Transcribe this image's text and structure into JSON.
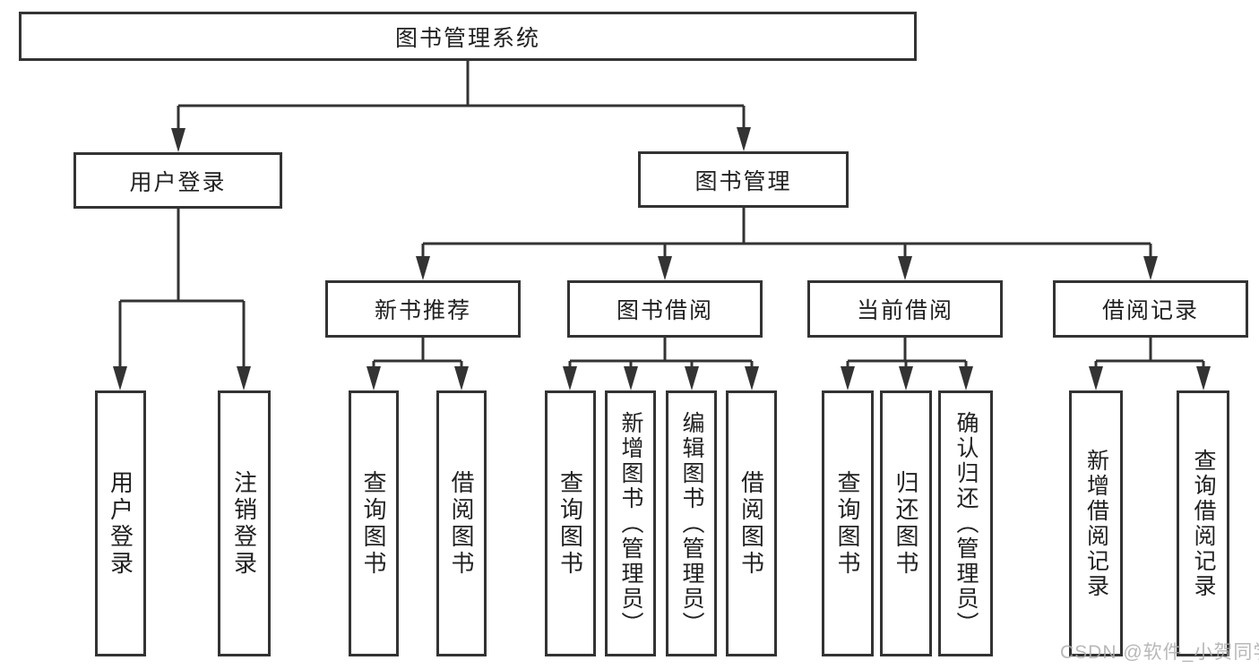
{
  "colors": {
    "line": "#333333",
    "text": "#212121",
    "box_background": "#ffffff",
    "watermark": "#acacac"
  },
  "diagram": {
    "root": {
      "label": "图书管理系统"
    },
    "level2": [
      {
        "label": "用户登录",
        "children": [
          {
            "label": "用户登录"
          },
          {
            "label": "注销登录"
          }
        ]
      },
      {
        "label": "图书管理",
        "children": [
          {
            "label": "新书推荐",
            "children": [
              {
                "label": "查询图书"
              },
              {
                "label": "借阅图书"
              }
            ]
          },
          {
            "label": "图书借阅",
            "children": [
              {
                "label": "查询图书"
              },
              {
                "label": "新增图书（管理员）"
              },
              {
                "label": "编辑图书（管理员）"
              },
              {
                "label": "借阅图书"
              }
            ]
          },
          {
            "label": "当前借阅",
            "children": [
              {
                "label": "查询图书"
              },
              {
                "label": "归还图书"
              },
              {
                "label": "确认归还（管理员）"
              }
            ]
          },
          {
            "label": "借阅记录",
            "children": [
              {
                "label": "新增借阅记录"
              },
              {
                "label": "查询借阅记录"
              }
            ]
          }
        ]
      }
    ]
  },
  "watermark": {
    "text": "CSDN @软件_小贺同学"
  }
}
